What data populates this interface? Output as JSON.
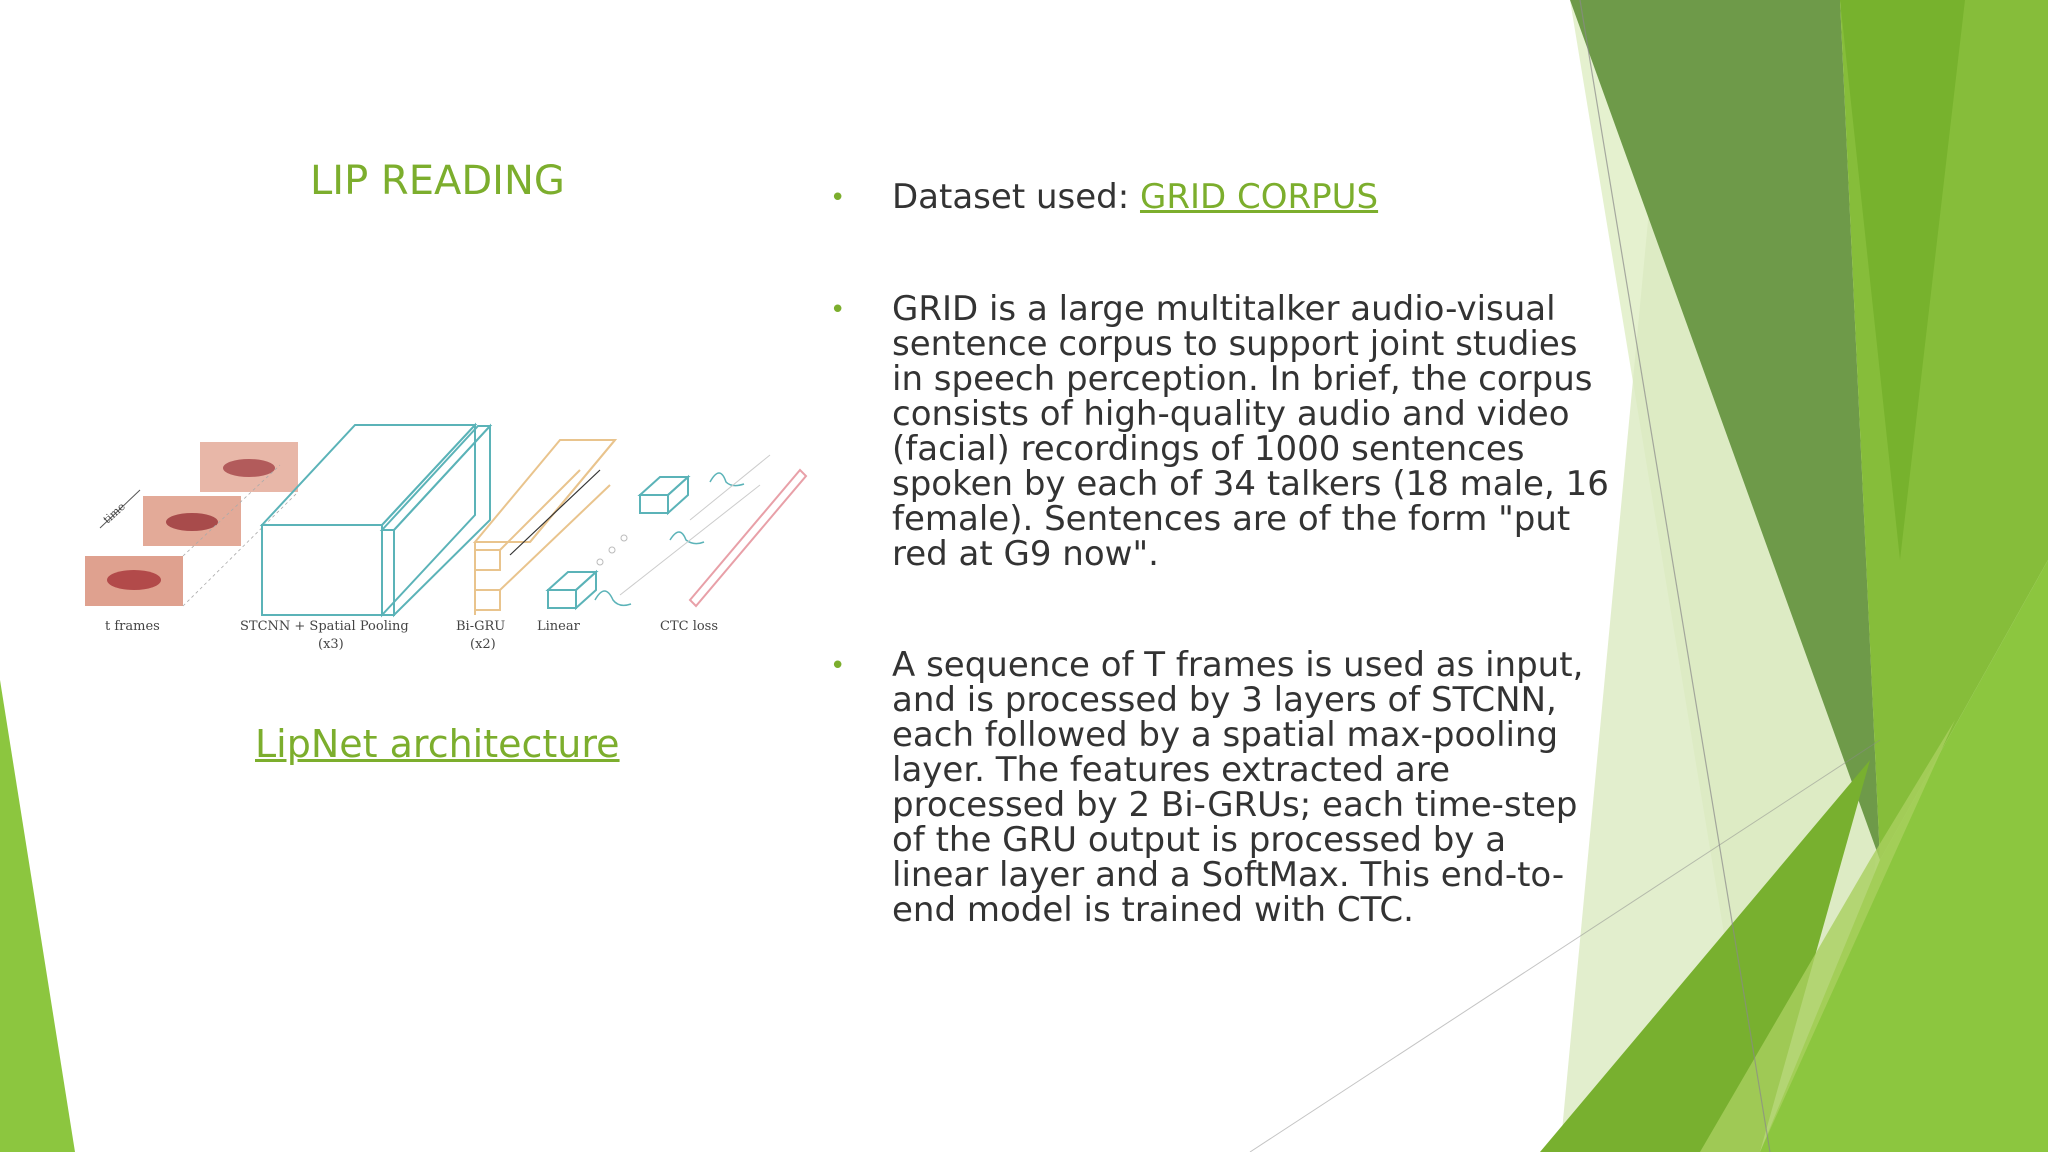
{
  "slide": {
    "title": "LIP READING",
    "caption_link": "LipNet architecture"
  },
  "figure": {
    "labels": {
      "time": "time",
      "t_frames": "t frames",
      "stcnn": "STCNN + Spatial Pooling",
      "stcnn_mult": "(x3)",
      "bigru": "Bi-GRU",
      "bigru_mult": "(x2)",
      "linear": "Linear",
      "ctc": "CTC loss"
    }
  },
  "bullets": {
    "b1_prefix": "Dataset used: ",
    "b1_link": "GRID CORPUS",
    "b2": "GRID is a large multitalker audio-visual sentence corpus to support joint studies in speech perception. In brief, the corpus consists of high-quality audio and video (facial) recordings of 1000 sentences spoken by each of 34 talkers (18 male, 16 female). Sentences are of the form \"put red at G9 now\".",
    "b3": "A sequence of T frames is used as input, and is processed by 3 layers of STCNN, each followed by a spatial max-pooling layer. The features extracted are processed by 2 Bi-GRUs; each time-step of the GRU output is processed by a linear layer and a SoftMax. This end-to-end model is trained with CTC."
  },
  "colors": {
    "accent": "#7cae2d",
    "body_text": "#333333",
    "green_dark": "#5f8f35",
    "green_mid": "#78b32e",
    "green_light": "#a6cf5c"
  }
}
